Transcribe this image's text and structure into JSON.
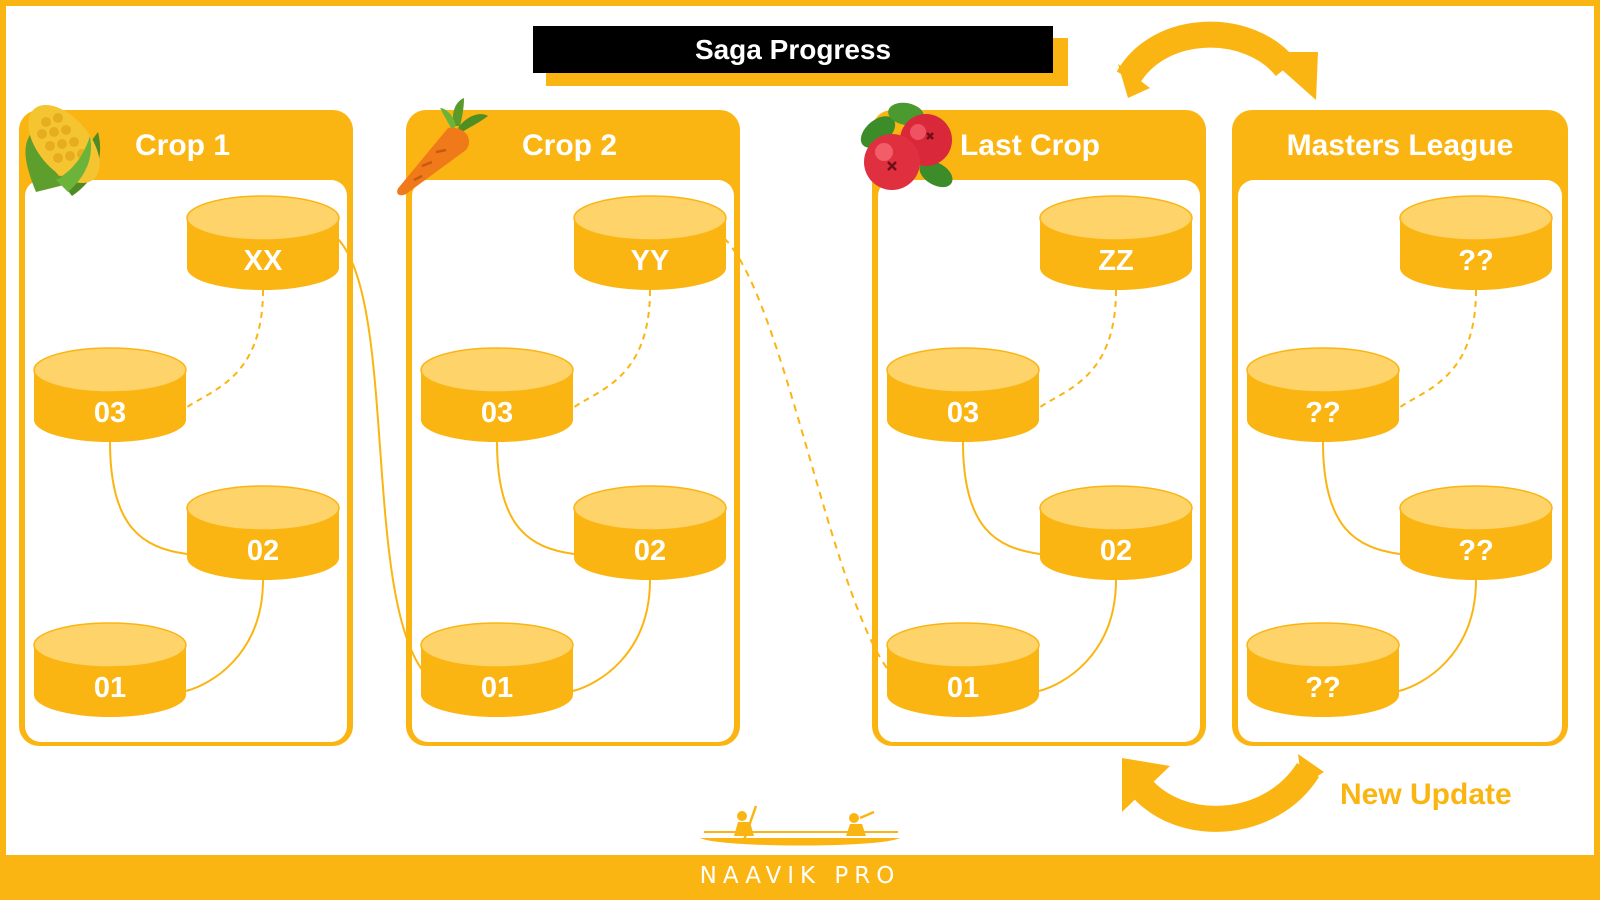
{
  "title": "Saga Progress",
  "panels": [
    {
      "title": "Crop 1",
      "icon": "corn-icon",
      "levels": [
        "XX",
        "03",
        "02",
        "01"
      ]
    },
    {
      "title": "Crop 2",
      "icon": "carrot-icon",
      "levels": [
        "YY",
        "03",
        "02",
        "01"
      ]
    },
    {
      "title": "Last Crop",
      "icon": "berries-icon",
      "levels": [
        "ZZ",
        "03",
        "02",
        "01"
      ]
    },
    {
      "title": "Masters League",
      "icon": "",
      "levels": [
        "??",
        "??",
        "??",
        "??"
      ]
    }
  ],
  "new_update_label": "New Update",
  "footer": {
    "brand": "NAAVIK PRO"
  },
  "colors": {
    "accent": "#fbb512",
    "cylinder_top": "#fdd36a",
    "title_bg": "#000000",
    "background": "#ffffff"
  }
}
